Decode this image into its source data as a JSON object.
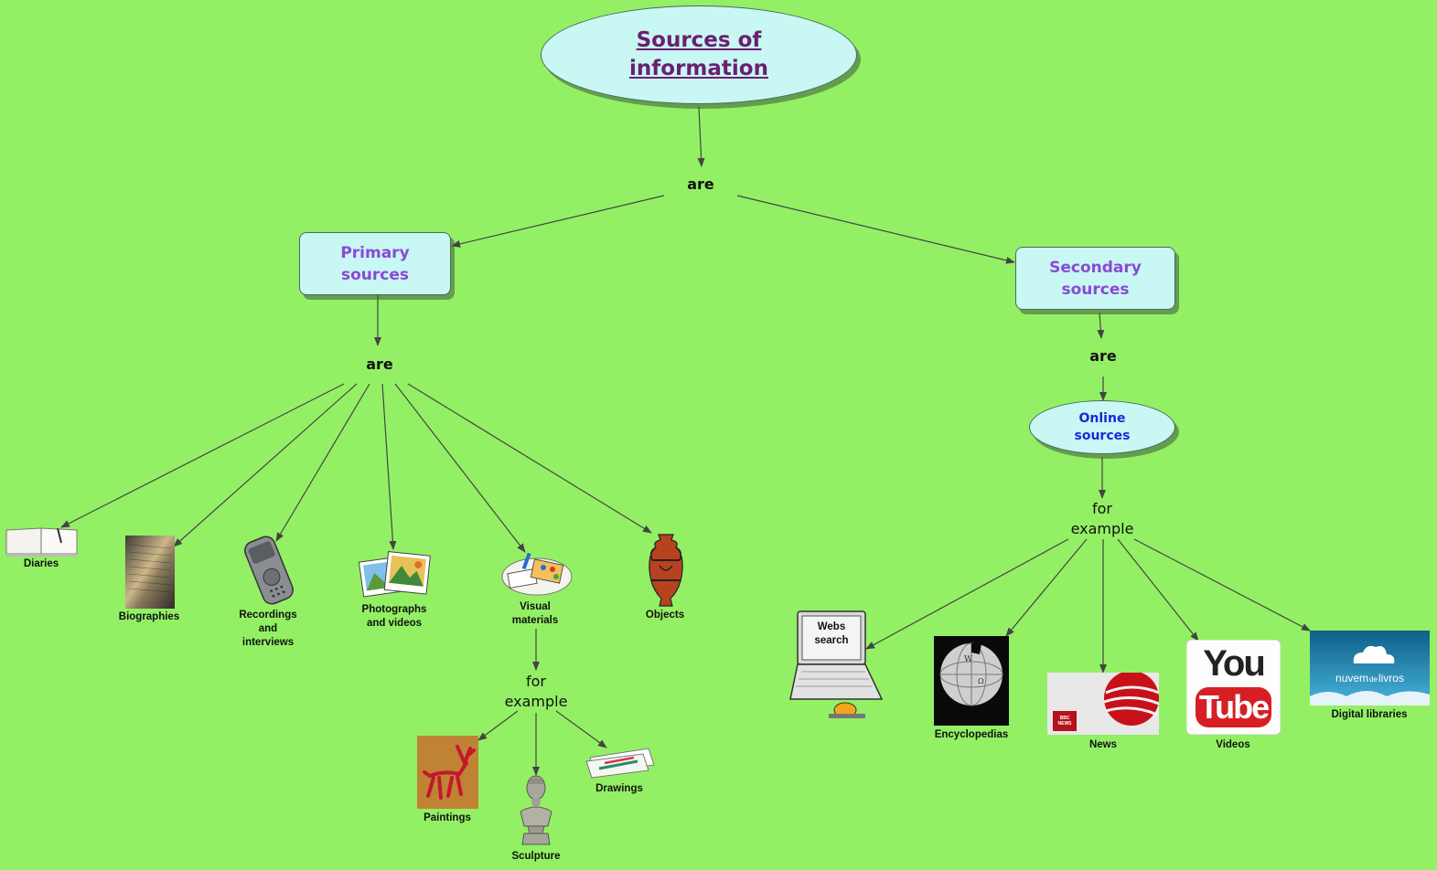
{
  "root": {
    "label_line1": "Sources of",
    "label_line2": "information"
  },
  "link_are_top": "are",
  "primary": {
    "line1": "Primary",
    "line2": "sources"
  },
  "secondary": {
    "line1": "Secondary",
    "line2": "sources"
  },
  "link_are_primary": "are",
  "link_are_secondary": "are",
  "online": {
    "line1": "Online",
    "line2": "sources"
  },
  "for_example_online": {
    "line1": "for",
    "line2": "example"
  },
  "for_example_visual": {
    "line1": "for",
    "line2": "example"
  },
  "primary_items": {
    "diaries": "Diaries",
    "biographies": "Biographies",
    "recordings": [
      "Recordings",
      "and",
      "interviews"
    ],
    "photographs": [
      "Photographs",
      "and videos"
    ],
    "visual": [
      "Visual",
      "materials"
    ],
    "objects": "Objects"
  },
  "visual_items": {
    "paintings": "Paintings",
    "sculpture": "Sculpture",
    "drawings": "Drawings"
  },
  "online_items": {
    "web_screen_line1": "Webs",
    "web_screen_line2": "search",
    "encyclopedias": "Encyclopedias",
    "news": "News",
    "news_logo": "BBC NEWS",
    "videos": "Videos",
    "youtube_you": "You",
    "youtube_tube": "Tube",
    "digital_libraries": "Digital libraries",
    "nuvem_logo_a": "nuvem",
    "nuvem_logo_b": "de",
    "nuvem_logo_c": "livros"
  },
  "colors": {
    "background": "#93f064",
    "concept_fill": "#c8f7f4",
    "title": "#6b1f6f",
    "concept_text": "#8b49d6",
    "online_text": "#1a2bd6"
  }
}
